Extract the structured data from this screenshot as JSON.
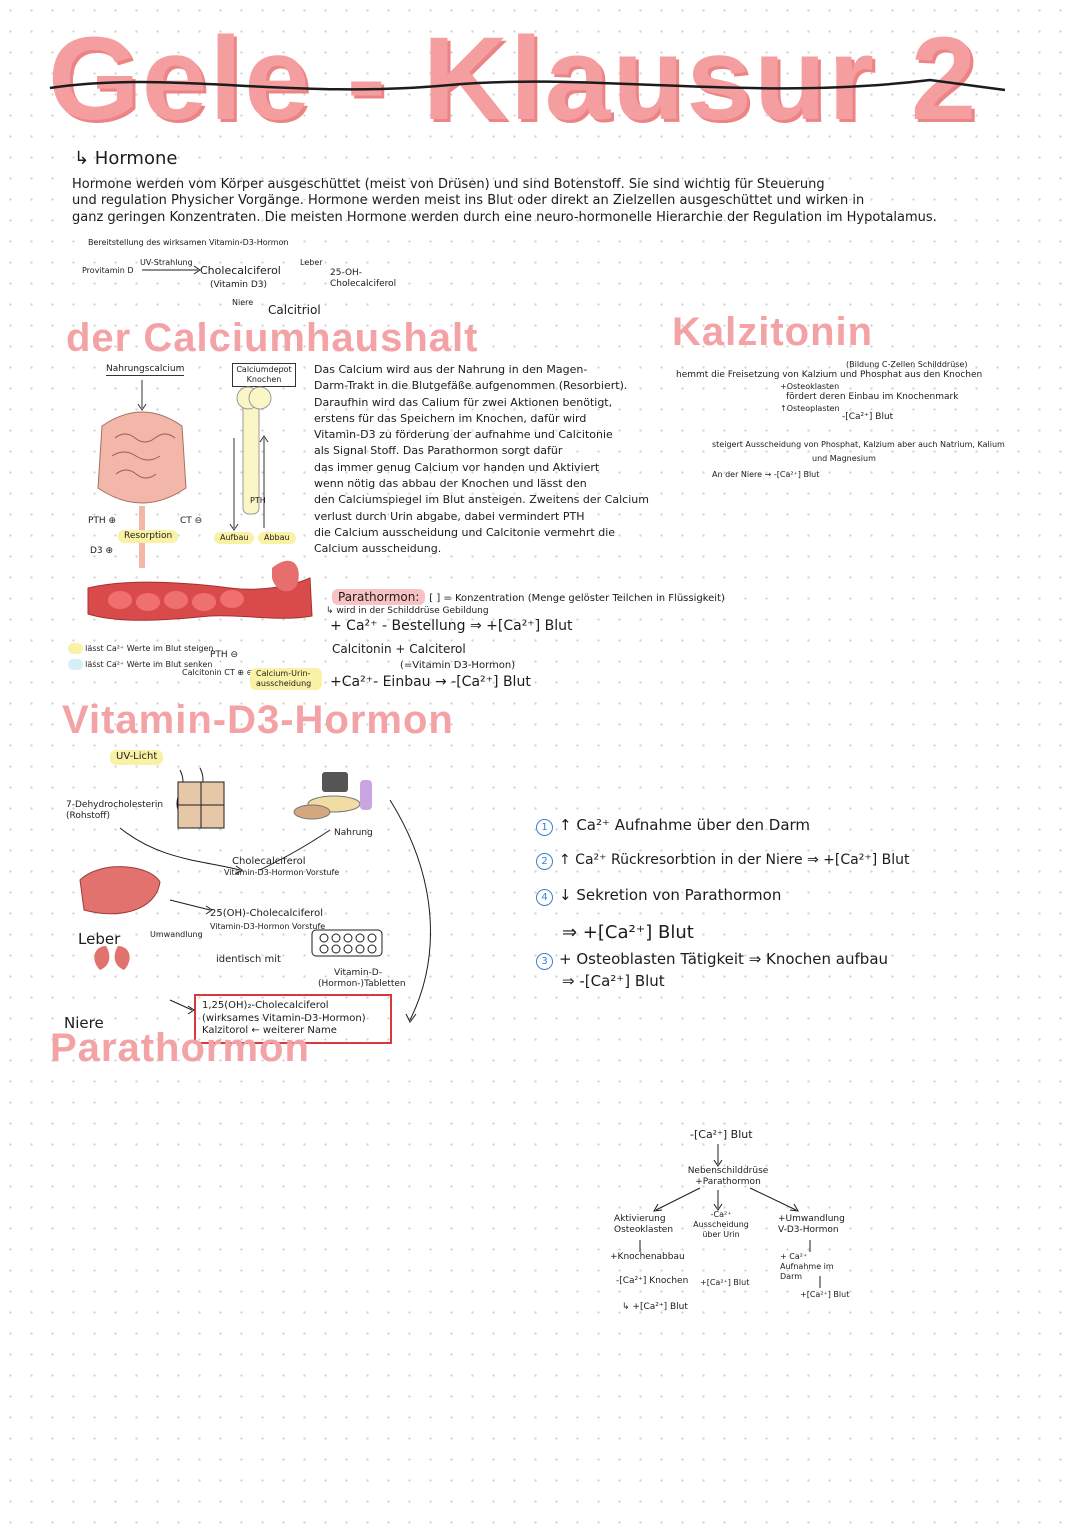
{
  "title": "Gele - Klausur 2",
  "topic": "↳ Hormone",
  "intro": [
    "Hormone werden vom Körper ausgeschüttet (meist von Drüsen) und sind Botenstoff. Sie sind wichtig für Steuerung",
    "und regulation Physicher Vorgänge. Hormone werden meist ins Blut oder direkt an Zielzellen ausgeschüttet und wirken in",
    "ganz geringen Konzentraten. Die meisten Hormone werden durch eine neuro-hormonelle Hierarchie der Regulation im Hypotalamus."
  ],
  "vitd_chain": {
    "heading": "Bereitstellung des wirksamen Vitamin-D3-Hormon",
    "start": "Provitamin D",
    "uv": "UV-Strahlung",
    "chole": "Cholecalciferol",
    "chole_note": "(Vitamin D3)",
    "leber": "Leber",
    "oh25": "25-OH-Cholecalciferol",
    "niere": "Niere",
    "calcitriol": "Calcitriol"
  },
  "sections": {
    "calcium": "der Calciumhaushalt",
    "kalzitonin": "Kalzitonin",
    "vitamin": "Vitamin-D3-Hormon",
    "parathormon": "Parathormon"
  },
  "calcium_diagram": {
    "nahrung": "Nahrungscalcium",
    "depot": "Calciumdepot Knochen",
    "pth": "PTH ⊕",
    "resorption": "Resorption",
    "ct": "CT ⊖",
    "d3": "D3 ⊕",
    "aufbau": "Aufbau",
    "abbau": "Abbau",
    "pth_bone": "PTH",
    "pth_kidney": "PTH ⊖",
    "ct_kidney": "Calcitonin CT ⊕ ⊖",
    "urin": "Calcium-Urin-ausscheidung",
    "legend1": "lässt Ca²⁺ Werte im Blut steigen",
    "legend2": "lässt Ca²⁺ Werte im Blut senken"
  },
  "calcium_text": [
    "Das Calcium wird aus der Nahrung in den Magen-",
    "Darm-Trakt in die Blutgefäße aufgenommen (Resorbiert).",
    "Daraufhin wird das Calium für zwei Aktionen benötigt,",
    "erstens für das Speichern im Knochen, dafür wird",
    "Vitamin-D3 zu förderung der aufnahme und Calcitonie",
    "als Signal Stoff. Das Parathormon sorgt dafür",
    "das immer genug Calcium vor handen und Aktiviert",
    "wenn nötig das abbau der Knochen und lässt den",
    "den Calciumspiegel im Blut ansteigen. Zweitens der Calcium",
    "verlust durch Urin abgabe, dabei vermindert PTH",
    "die Calcium ausscheidung und Calcitonie vermehrt die",
    "Calcium ausscheidung."
  ],
  "formula": {
    "parathormon": "Parathormon:",
    "conc": "[ ] = Konzentration (Menge gelöster Teilchen in Flüssigkeit)",
    "gebildet": "↳ wird in der Schilddrüse Gebildung",
    "line1": "+ Ca²⁺ - Bestellung ⇒ +[Ca²⁺] Blut",
    "calcitonin": "Calcitonin + Calciterol",
    "vitd": "(=Vitamin D3-Hormon)",
    "line2": "+Ca²⁺- Einbau → -[Ca²⁺] Blut"
  },
  "kalzitonin": {
    "l1": "hemmt die Freisetzung von Kalzium und Phosphat aus den Knochen",
    "l1b": "(Bildung C-Zellen Schilddrüse)",
    "l2": "+Osteoklasten",
    "l3": "fördert deren Einbau im Knochenmark",
    "l4": "↑Osteoplasten",
    "l5": "-[Ca²⁺] Blut",
    "l6": "steigert Ausscheidung von Phosphat, Kalzium aber auch Natrium, Kalium",
    "l7": "und Magnesium",
    "l8": "An der Niere → -[Ca²⁺] Blut"
  },
  "vitd_diagram": {
    "uv": "UV-Licht",
    "dehydro": "7-Dehydrocholesterin (Rohstoff)",
    "nahrung": "Nahrung",
    "chole": "Cholecalciferol",
    "chole_sub": "Vitamin-D3-Hormon Vorstufe",
    "leber": "Leber",
    "oh25": "25(OH)-Cholecalciferol",
    "oh25_sub": "Vitamin-D3-Hormon Vorstufe",
    "umwandlung": "Umwandlung",
    "identisch": "identisch mit",
    "tabletten": "Vitamin-D-(Hormon-)Tabletten",
    "niere": "Niere",
    "box1": "1,25(OH)₂-Cholecalciferol",
    "box2": "(wirksames Vitamin-D3-Hormon)",
    "box3": "Kalzitorol ← weiterer Name"
  },
  "effects": [
    {
      "n": "1",
      "text": "↑ Ca²⁺ Aufnahme über den Darm"
    },
    {
      "n": "2",
      "text": "↑ Ca²⁺ Rückresorbtion in der Niere ⇒ +[Ca²⁺] Blut"
    },
    {
      "n": "4",
      "text": "↓ Sekretion von Parathormon"
    },
    {
      "n": "",
      "text": "⇒ +[Ca²⁺] Blut"
    },
    {
      "n": "3",
      "text": "+ Osteoblasten Tätigkeit ⇒ Knochen aufbau"
    },
    {
      "n": "",
      "text": "⇒ -[Ca²⁺] Blut"
    }
  ],
  "para_tree": {
    "top": "-[Ca²⁺] Blut",
    "mid": "Nebenschilddrüse +Parathormon",
    "left1": "Aktivierung Osteoklasten",
    "left2": "+Knochenabbau",
    "left3": "-[Ca²⁺] Knochen",
    "left4": "↳ +[Ca²⁺] Blut",
    "center1": "-Ca²⁺ Ausscheidung über Urin",
    "center2": "+[Ca²⁺] Blut",
    "right1": "+Umwandlung V-D3-Hormon",
    "right2": "+ Ca²⁺ Aufnahme im Darm",
    "right3": "+[Ca²⁺] Blut"
  },
  "colors": {
    "accent": "#f59ea0",
    "box": "#d73a3a"
  }
}
